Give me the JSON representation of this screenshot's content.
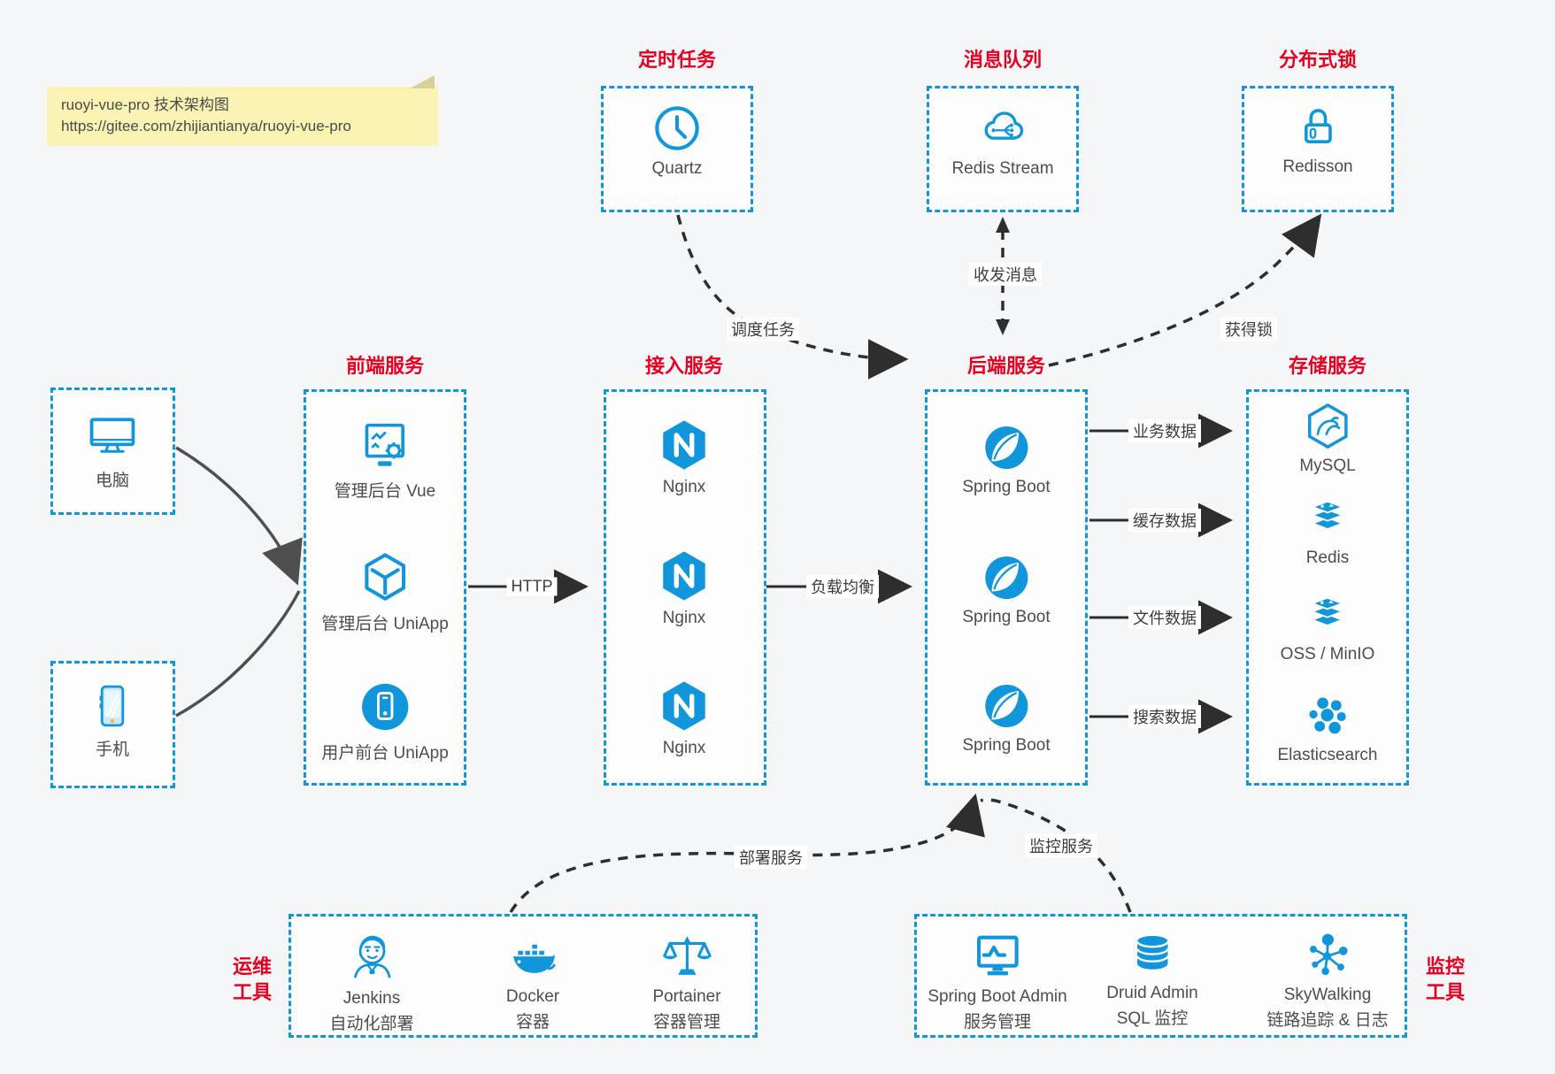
{
  "note": {
    "line1": "ruoyi-vue-pro 技术架构图",
    "line2": "https://gitee.com/zhijiantianya/ruoyi-vue-pro"
  },
  "scheduler": {
    "title": "定时任务",
    "item": {
      "label": "Quartz"
    }
  },
  "mq": {
    "title": "消息队列",
    "item": {
      "label": "Redis Stream"
    }
  },
  "distributed_lock": {
    "title": "分布式锁",
    "item": {
      "label": "Redisson"
    }
  },
  "clients": {
    "pc": {
      "label": "电脑"
    },
    "mobile": {
      "label": "手机"
    }
  },
  "frontend": {
    "title": "前端服务",
    "items": [
      {
        "label": "管理后台 Vue"
      },
      {
        "label": "管理后台 UniApp"
      },
      {
        "label": "用户前台 UniApp"
      }
    ]
  },
  "gateway": {
    "title": "接入服务",
    "items": [
      {
        "label": "Nginx"
      },
      {
        "label": "Nginx"
      },
      {
        "label": "Nginx"
      }
    ]
  },
  "backend": {
    "title": "后端服务",
    "items": [
      {
        "label": "Spring Boot"
      },
      {
        "label": "Spring Boot"
      },
      {
        "label": "Spring Boot"
      }
    ]
  },
  "storage": {
    "title": "存储服务",
    "items": [
      {
        "label": "MySQL"
      },
      {
        "label": "Redis"
      },
      {
        "label": "OSS / MinIO"
      },
      {
        "label": "Elasticsearch"
      }
    ]
  },
  "ops": {
    "title_line1": "运维",
    "title_line2": "工具",
    "items": [
      {
        "name": "Jenkins",
        "desc": "自动化部署"
      },
      {
        "name": "Docker",
        "desc": "容器"
      },
      {
        "name": "Portainer",
        "desc": "容器管理"
      }
    ]
  },
  "monitoring": {
    "title_line1": "监控",
    "title_line2": "工具",
    "items": [
      {
        "name": "Spring Boot Admin",
        "desc": "服务管理"
      },
      {
        "name": "Druid Admin",
        "desc": "SQL 监控"
      },
      {
        "name": "SkyWalking",
        "desc": "链路追踪 & 日志"
      }
    ]
  },
  "edges": {
    "http": "HTTP",
    "load_balance": "负载均衡",
    "schedule_task": "调度任务",
    "send_receive_msg": "收发消息",
    "acquire_lock": "获得锁",
    "business_data": "业务数据",
    "cache_data": "缓存数据",
    "file_data": "文件数据",
    "search_data": "搜索数据",
    "deploy_service": "部署服务",
    "monitor_service": "监控服务"
  },
  "colors": {
    "blue": "#1296db",
    "red": "#e60021",
    "note_bg": "#faf3b3",
    "arrow": "#2e2e2e"
  }
}
